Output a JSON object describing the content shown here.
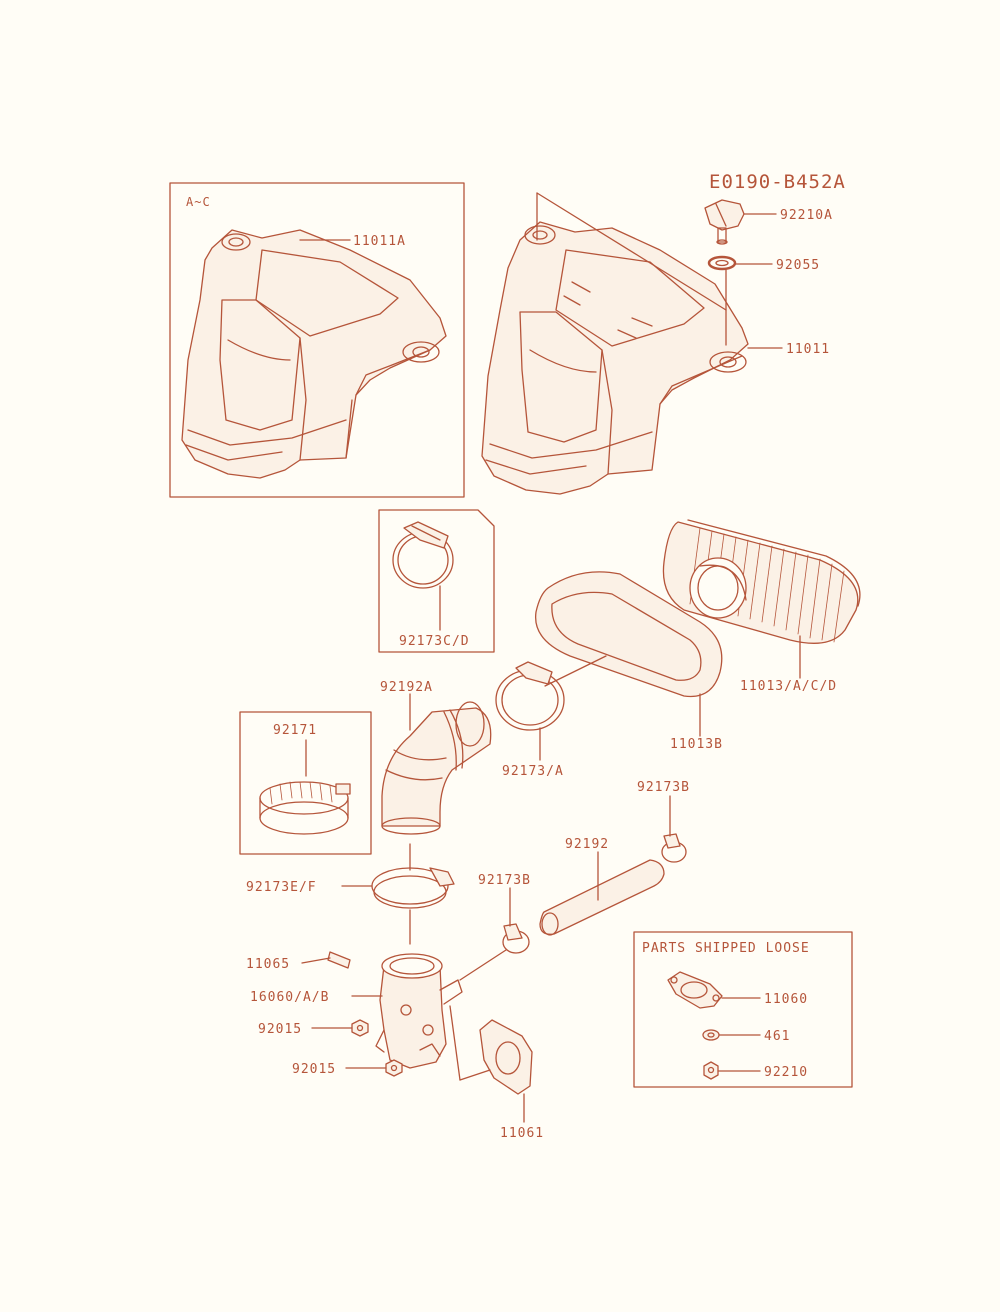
{
  "diagram_code": "E0190-B452A",
  "colors": {
    "ink": "#b5553a",
    "paper": "#fffdf6",
    "fill": "#fbf1e6"
  },
  "boxes": {
    "variant_box_label": "A~C",
    "loose_box_title": "PARTS SHIPPED LOOSE"
  },
  "labels": {
    "p11011A": "11011A",
    "p92210A": "92210A",
    "p92055": "92055",
    "p11011": "11011",
    "p92173CD": "92173C/D",
    "p11013ACD": "11013/A/C/D",
    "p92192A": "92192A",
    "p11013B": "11013B",
    "p92171": "92171",
    "p92173A": "92173/A",
    "p92173B_top": "92173B",
    "p92192": "92192",
    "p92173EF": "92173E/F",
    "p92173B_mid": "92173B",
    "p11065": "11065",
    "p16060AB": "16060/A/B",
    "p92015_a": "92015",
    "p92015_b": "92015",
    "p11061": "11061",
    "p11060": "11060",
    "p461": "461",
    "p92210": "92210"
  }
}
